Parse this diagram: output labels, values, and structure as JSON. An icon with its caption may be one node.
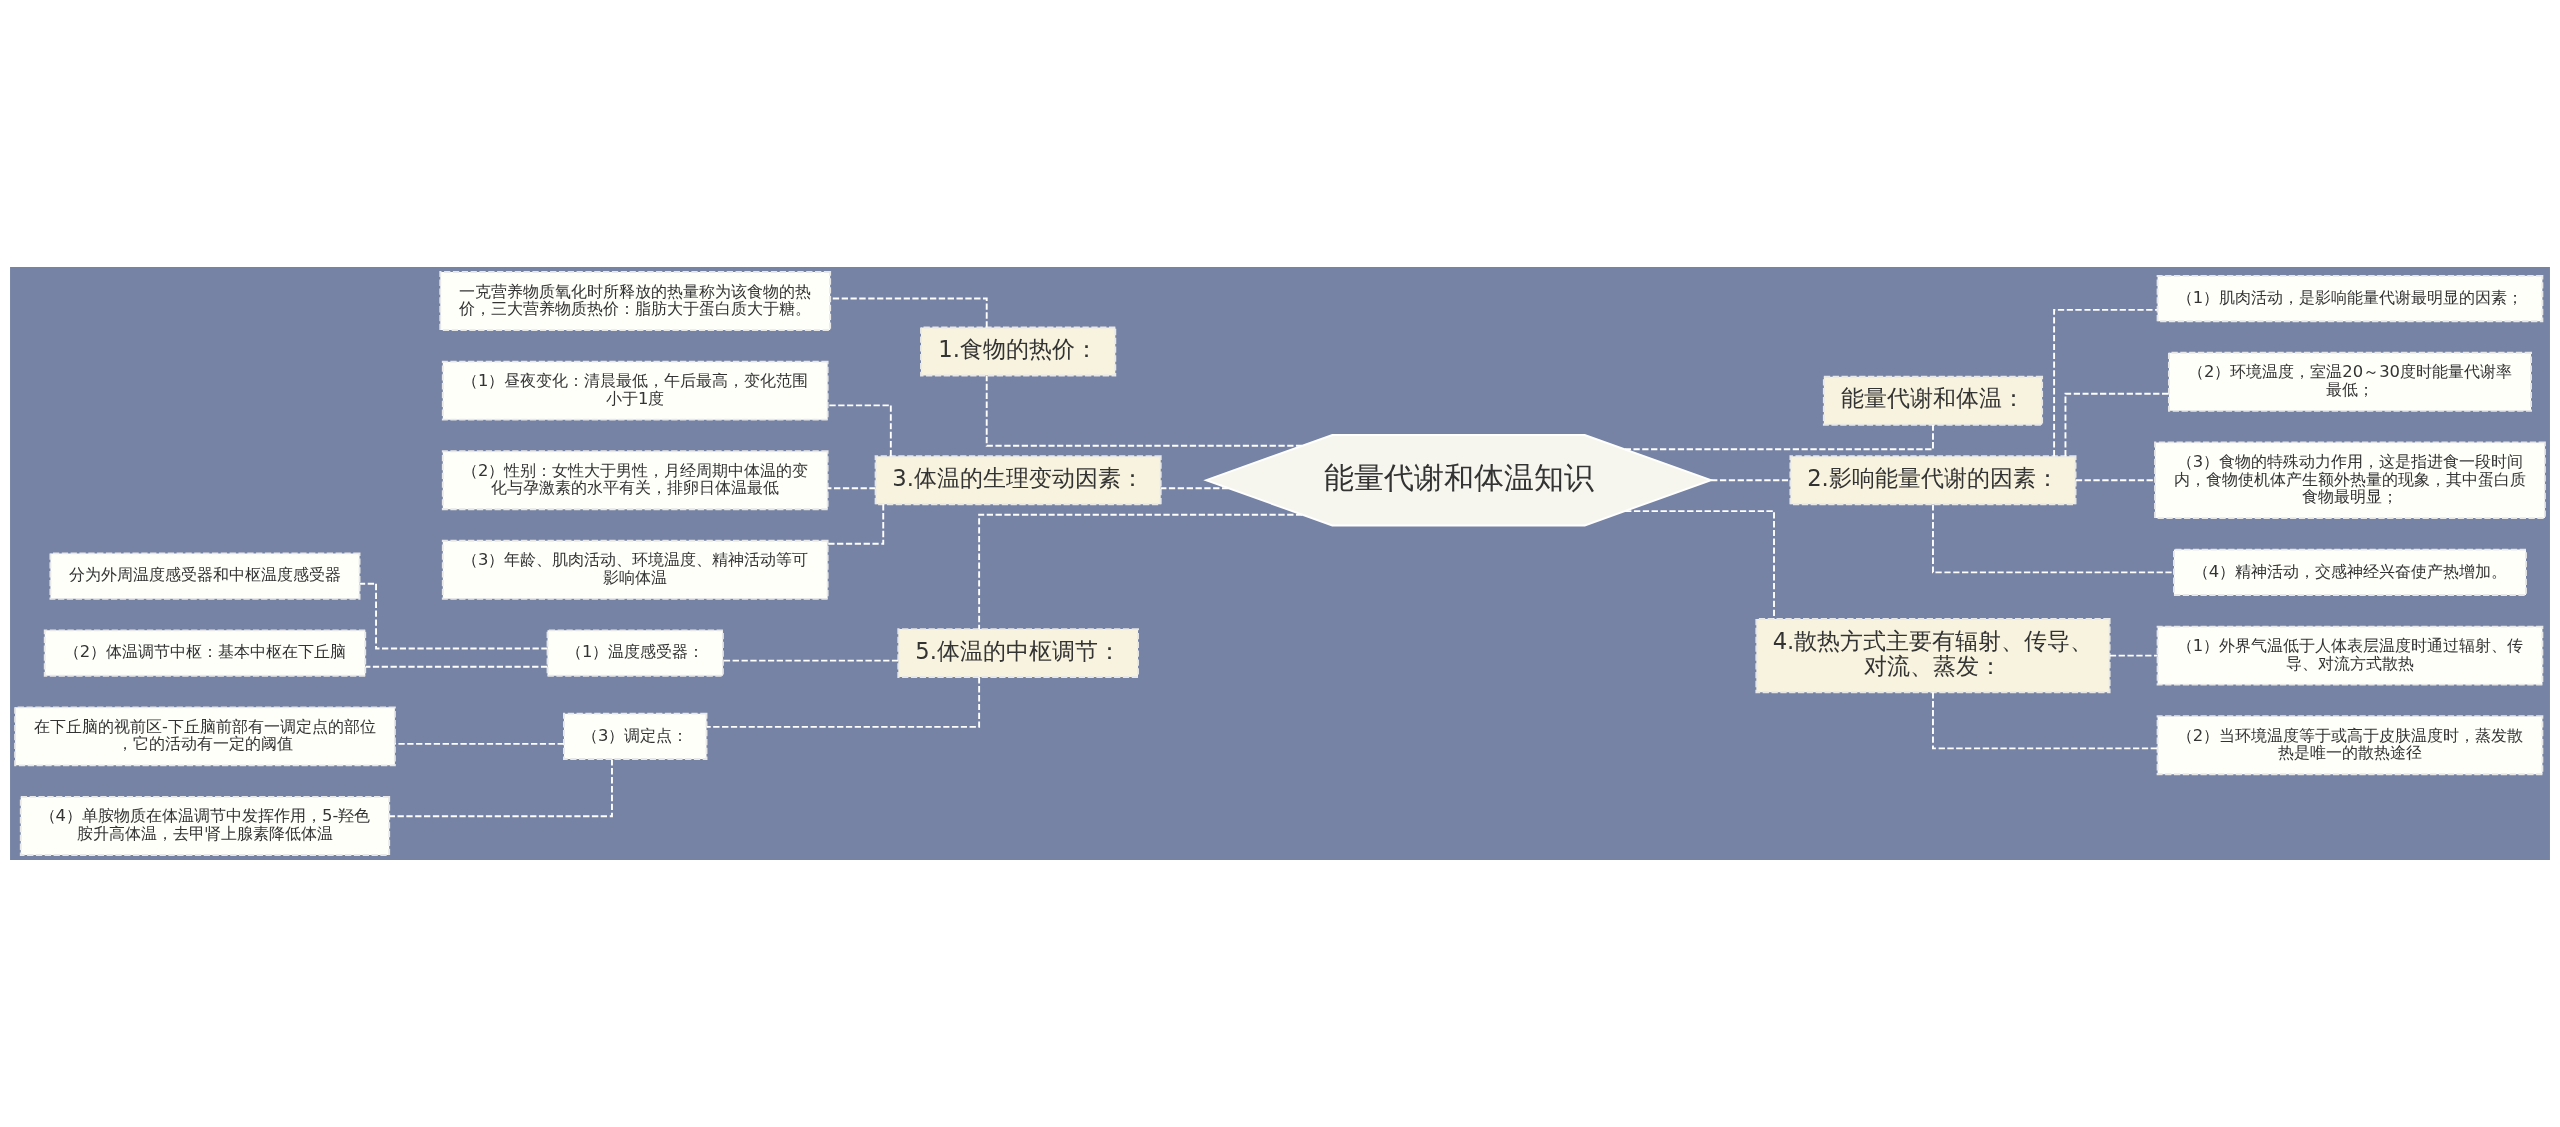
{
  "diagram": {
    "nodes": [
      {
        "text": [
          "能量代谢和体温知识"
        ]
      },
      {
        "text": [
          "1.食物的热价："
        ]
      },
      {
        "text": [
          "一克营养物质氧化时所释放的热量称为该食物的热价，三大营养物质热价：脂肪大于蛋白质大于糖。"
        ]
      },
      {
        "text": [
          "3.体温的生理变动因素："
        ]
      },
      {
        "text": [
          "（1）昼夜变化：清晨最低，午后最高，变化范围小于1度"
        ]
      },
      {
        "text": [
          "（2）性别：女性大于男性，月经周期中体温的变化与孕激素的水平有关，排卵日体温最低"
        ]
      },
      {
        "text": [
          "（3）年龄、肌肉活动、环境温度、精神活动等可影响体温"
        ]
      },
      {
        "text": [
          "5.体温的中枢调节："
        ]
      },
      {
        "text": [
          "（1）温度感受器："
        ]
      },
      {
        "text": [
          "分为外周温度感受器和中枢温度感受器"
        ]
      },
      {
        "text": [
          "（2）体温调节中枢：基本中枢在下丘脑"
        ]
      },
      {
        "text": [
          "（3）调定点："
        ]
      },
      {
        "text": [
          "在下丘脑的视前区-下丘脑前部有一调定点的部位，它的活动有一定的阈值"
        ]
      },
      {
        "text": [
          "（4）单胺物质在体温调节中发挥作用，5-羟色胺升高体温，去甲肾上腺素降低体温"
        ]
      },
      {
        "text": [
          "能量代谢和体温："
        ]
      },
      {
        "text": [
          "2.影响能量代谢的因素："
        ]
      },
      {
        "text": [
          "（1）肌肉活动，是影响能量代谢最明显的因素；"
        ]
      },
      {
        "text": [
          "（2）环境温度，室温20～30度时能量代谢率最低；"
        ]
      },
      {
        "text": [
          "（3）食物的特殊动力作用，这是指进食一段时间内，食物使机体产生额外热量的现象，其中蛋白质食物最明显；"
        ]
      },
      {
        "text": [
          "（4）精神活动，交感神经兴奋使产热增加。"
        ]
      },
      {
        "text": [
          "4.散热方式主要有辐射、传导、对流、蒸发："
        ]
      },
      {
        "text": [
          "（1）外界气温低于人体表层温度时通过辐射、传导、对流方式散热"
        ]
      },
      {
        "text": [
          "（2）当环境温度等于或高于皮肤温度时，蒸发散热是唯一的散热途径"
        ]
      }
    ],
    "edges": [
      {
        "from": 0,
        "to": 1,
        "arrow": "none",
        "style": "dashed"
      },
      {
        "from": 1,
        "to": 2,
        "arrow": "none",
        "style": "dashed"
      },
      {
        "from": 0,
        "to": 3,
        "arrow": "none",
        "style": "dashed"
      },
      {
        "from": 3,
        "to": 4,
        "arrow": "none",
        "style": "dashed"
      },
      {
        "from": 3,
        "to": 5,
        "arrow": "none",
        "style": "dashed"
      },
      {
        "from": 3,
        "to": 6,
        "arrow": "none",
        "style": "dashed"
      },
      {
        "from": 0,
        "to": 7,
        "arrow": "none",
        "style": "dashed"
      },
      {
        "from": 7,
        "to": 8,
        "arrow": "none",
        "style": "dashed"
      },
      {
        "from": 8,
        "to": 9,
        "arrow": "none",
        "style": "dashed"
      },
      {
        "from": 8,
        "to": 10,
        "arrow": "none",
        "style": "dashed"
      },
      {
        "from": 7,
        "to": 11,
        "arrow": "none",
        "style": "dashed"
      },
      {
        "from": 11,
        "to": 12,
        "arrow": "none",
        "style": "dashed"
      },
      {
        "from": 11,
        "to": 13,
        "arrow": "none",
        "style": "dashed"
      },
      {
        "from": 0,
        "to": 14,
        "arrow": "none",
        "style": "dashed"
      },
      {
        "from": 0,
        "to": 15,
        "arrow": "none",
        "style": "dashed"
      },
      {
        "from": 15,
        "to": 16,
        "arrow": "none",
        "style": "dashed"
      },
      {
        "from": 15,
        "to": 17,
        "arrow": "none",
        "style": "dashed"
      },
      {
        "from": 15,
        "to": 18,
        "arrow": "none",
        "style": "dashed"
      },
      {
        "from": 15,
        "to": 19,
        "arrow": "none",
        "style": "dashed"
      },
      {
        "from": 0,
        "to": 20,
        "arrow": "none",
        "style": "dashed"
      },
      {
        "from": 20,
        "to": 21,
        "arrow": "none",
        "style": "dashed"
      },
      {
        "from": 20,
        "to": 22,
        "arrow": "none",
        "style": "dashed"
      }
    ]
  }
}
